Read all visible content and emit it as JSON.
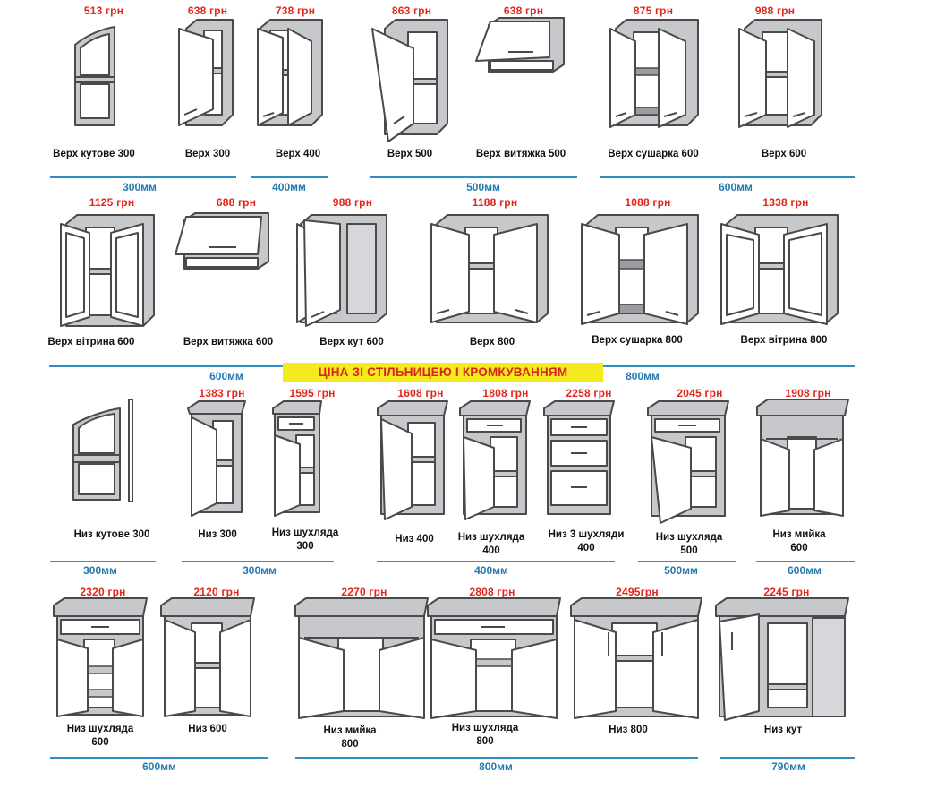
{
  "colors": {
    "price": "#e3261c",
    "rule": "#2f8fc3",
    "width_text": "#2479ad",
    "banner_bg": "#f5ea1e",
    "banner_text": "#d9241b"
  },
  "banner": "ЦІНА ЗІ СТІЛЬНИЦЕЮ І КРОМКУВАННЯМ",
  "row1": {
    "items": [
      {
        "price": "513 грн",
        "label": "Верх  кутове 300"
      },
      {
        "price": "638 грн",
        "label": "Верх  300"
      },
      {
        "price": "738 грн",
        "label": "Верх  400"
      },
      {
        "price": "863 грн",
        "label": "Верх  500"
      },
      {
        "price": "638 грн",
        "label": "Верх витяжка  500"
      },
      {
        "price": "875 грн",
        "label": "Верх  сушарка 600"
      },
      {
        "price": "988 грн",
        "label": "Верх  600"
      }
    ],
    "widths": [
      "300мм",
      "400мм",
      "500мм",
      "600мм"
    ]
  },
  "row2": {
    "items": [
      {
        "price": "1125 грн",
        "label": "Верх  вітрина 600"
      },
      {
        "price": "688 грн",
        "label": "Верх  витяжка 600"
      },
      {
        "price": "988 грн",
        "label": "Верх  кут 600"
      },
      {
        "price": "1188 грн",
        "label": "Верх 800"
      },
      {
        "price": "1088 грн",
        "label": "Верх сушарка 800"
      },
      {
        "price": "1338 грн",
        "label": "Верх вітрина 800"
      }
    ],
    "widths": [
      "600мм",
      "800мм"
    ]
  },
  "row3": {
    "items": [
      {
        "price": "",
        "label": "Низ  кутове 300",
        "label2": ""
      },
      {
        "price": "1383 грн",
        "label": "Низ  300",
        "label2": ""
      },
      {
        "price": "1595 грн",
        "label": "Низ  шухляда",
        "label2": "300"
      },
      {
        "price": "1608 грн",
        "label": "Низ  400",
        "label2": ""
      },
      {
        "price": "1808 грн",
        "label": "Низ  шухляда",
        "label2": "400"
      },
      {
        "price": "2258 грн",
        "label": "Низ  3 шухляди",
        "label2": "400"
      },
      {
        "price": "2045 грн",
        "label": "Низ  шухляда",
        "label2": "500"
      },
      {
        "price": "1908 грн",
        "label": "Низ  мийка",
        "label2": "600"
      }
    ],
    "widths": [
      "300мм",
      "300мм",
      "400мм",
      "500мм",
      "600мм"
    ]
  },
  "row4": {
    "items": [
      {
        "price": "2320 грн",
        "label": "Низ  шухляда",
        "label2": "600"
      },
      {
        "price": "2120 грн",
        "label": "Низ  600",
        "label2": ""
      },
      {
        "price": "2270 грн",
        "label": "Низ  мийка",
        "label2": "800"
      },
      {
        "price": "2808 грн",
        "label": "Низ  шухляда",
        "label2": "800"
      },
      {
        "price": "2495грн",
        "label": "Низ  800",
        "label2": ""
      },
      {
        "price": "2245 грн",
        "label": "Низ  кут",
        "label2": ""
      }
    ],
    "widths": [
      "600мм",
      "800мм",
      "790мм"
    ]
  }
}
